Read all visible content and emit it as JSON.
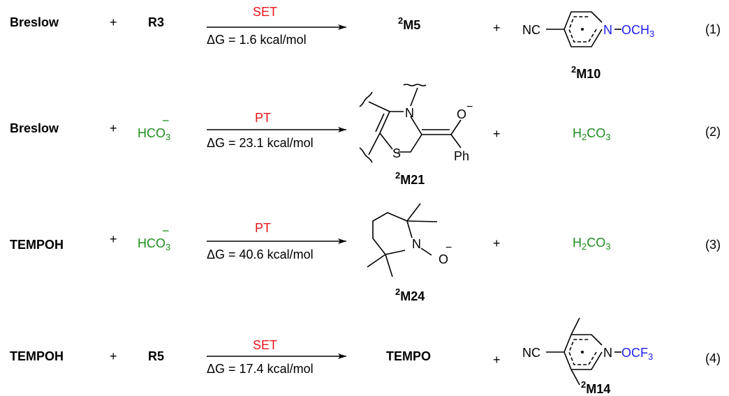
{
  "reactions": [
    {
      "reactant1": "Breslow",
      "plus1": "+",
      "reactant2": "R3",
      "arrow_label": "SET",
      "energy": "ΔG = 1.6 kcal/mol",
      "product1": "M5",
      "product1_sup": "2",
      "plus2": "+",
      "product2_left": "NC",
      "product2_right": "OCH",
      "product2_right_sub": "3",
      "product2_label": "M10",
      "product2_label_sup": "2",
      "number": "(1)"
    },
    {
      "reactant1": "Breslow",
      "plus1": "+",
      "reactant2": "HCO",
      "reactant2_sub": "3",
      "reactant2_charge": "−",
      "arrow_label": "PT",
      "energy": "ΔG = 23.1 kcal/mol",
      "product1_label": "M21",
      "product1_label_sup": "2",
      "product1_atoms": {
        "n": "N",
        "s": "S",
        "o": "O",
        "charge": "−",
        "ph": "Ph"
      },
      "plus2": "+",
      "product2": "H",
      "product2_sub": "2",
      "product2_rest": "CO",
      "product2_rest_sub": "3",
      "number": "(2)"
    },
    {
      "reactant1": "TEMPOH",
      "plus1": "+",
      "reactant2": "HCO",
      "reactant2_sub": "3",
      "reactant2_charge": "−",
      "arrow_label": "PT",
      "energy": "ΔG = 40.6 kcal/mol",
      "product1_label": "M24",
      "product1_label_sup": "2",
      "product1_atoms": {
        "n": "N",
        "o": "O",
        "charge": "−"
      },
      "plus2": "+",
      "product2": "H",
      "product2_sub": "2",
      "product2_rest": "CO",
      "product2_rest_sub": "3",
      "number": "(3)"
    },
    {
      "reactant1": "TEMPOH",
      "plus1": "+",
      "reactant2": "R5",
      "arrow_label": "SET",
      "energy": "ΔG = 17.4 kcal/mol",
      "product1": "TEMPO",
      "plus2": "+",
      "product2_left": "NC",
      "product2_right": "OCF",
      "product2_right_sub": "3",
      "product2_label": "M14",
      "product2_label_sup": "2",
      "number": "(4)"
    }
  ],
  "pyridinium_atom": "N",
  "colors": {
    "arrow_label": "#e8141b",
    "bicarbonate": "#1e8c1e",
    "n_substituent": "#1e1ef0",
    "text": "#000000"
  }
}
